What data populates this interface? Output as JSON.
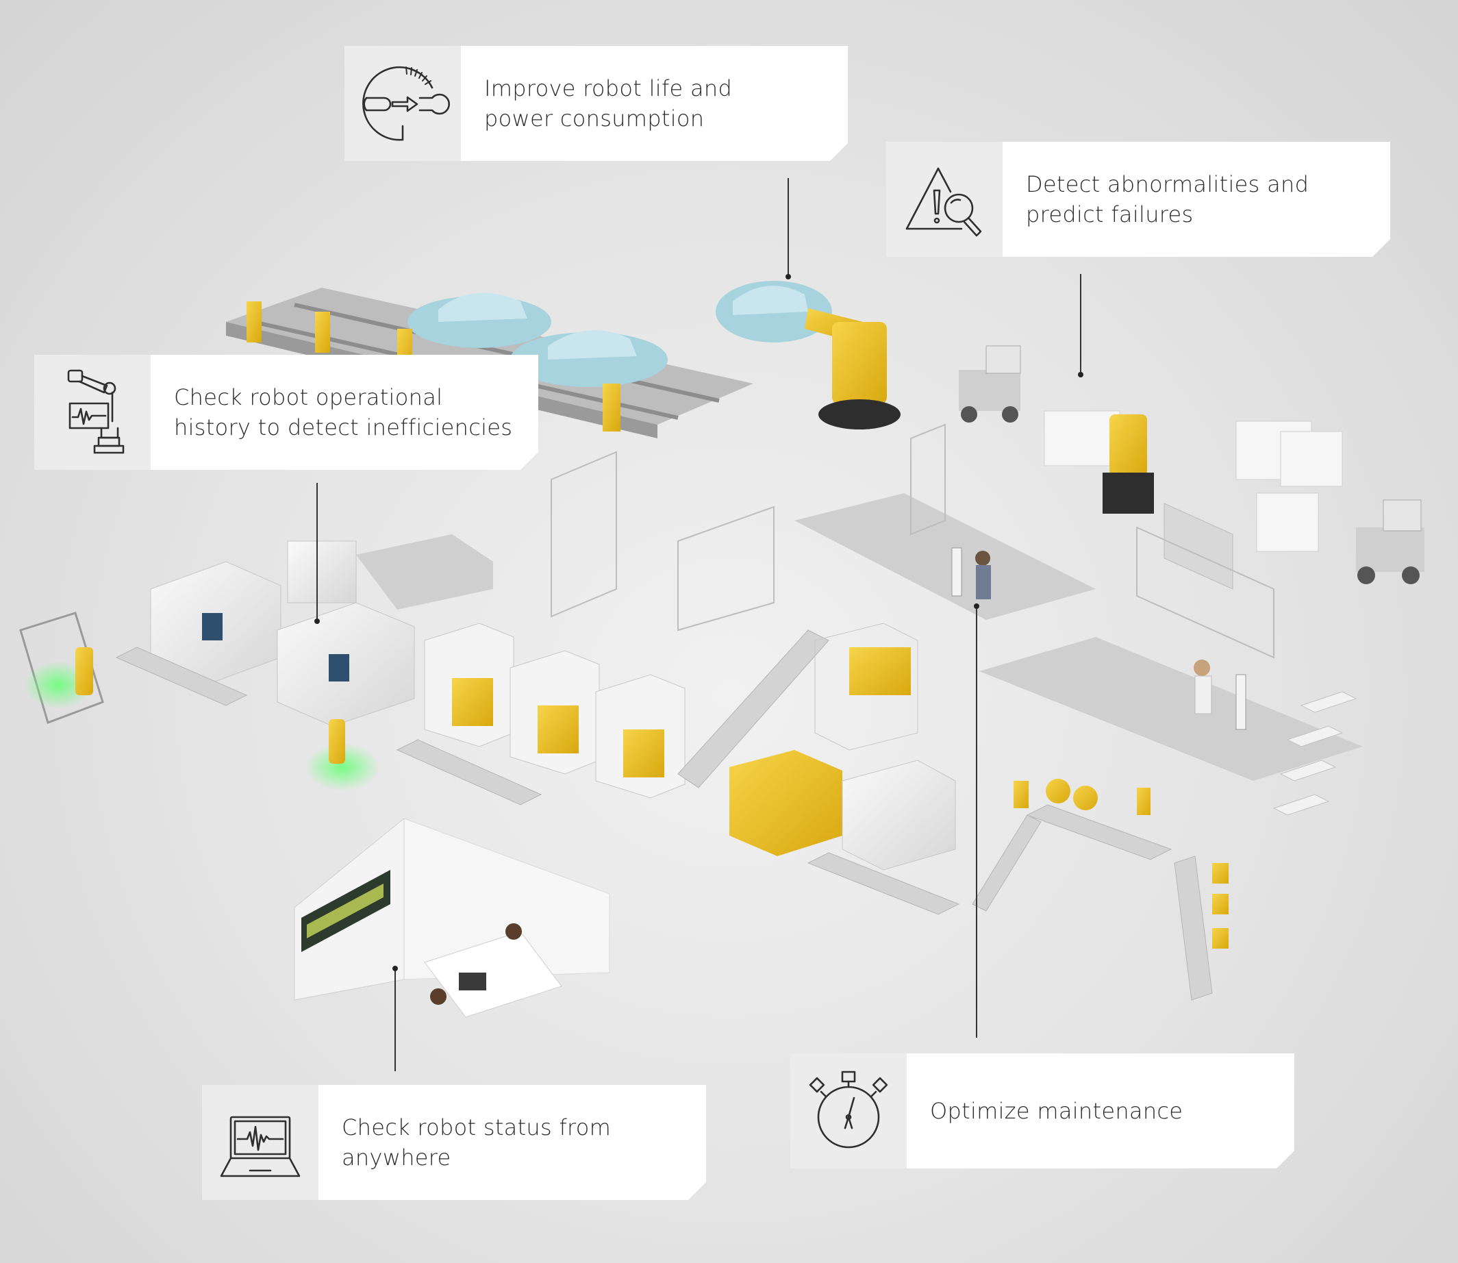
{
  "callouts": [
    {
      "id": "improve-robot-life",
      "label": "Improve robot life and\npower consumption",
      "icon": "wrench-gauge-icon"
    },
    {
      "id": "detect-abnormalities",
      "label": "Detect abnormalities and\npredict failures",
      "icon": "warning-magnifier-icon"
    },
    {
      "id": "operational-history",
      "label": "Check robot operational\nhistory to detect inefficiencies",
      "icon": "robot-chart-icon"
    },
    {
      "id": "status-anywhere",
      "label": "Check robot status from\nanywhere",
      "icon": "laptop-waveform-icon"
    },
    {
      "id": "optimize-maintenance",
      "label": "Optimize maintenance",
      "icon": "stopwatch-icon"
    }
  ],
  "colors": {
    "robot_yellow": "#f2c21b",
    "car_blue": "#a6d3de",
    "machine_white": "#f4f4f4",
    "floor_gray": "#e4e4e4",
    "line_dark": "#333333"
  }
}
